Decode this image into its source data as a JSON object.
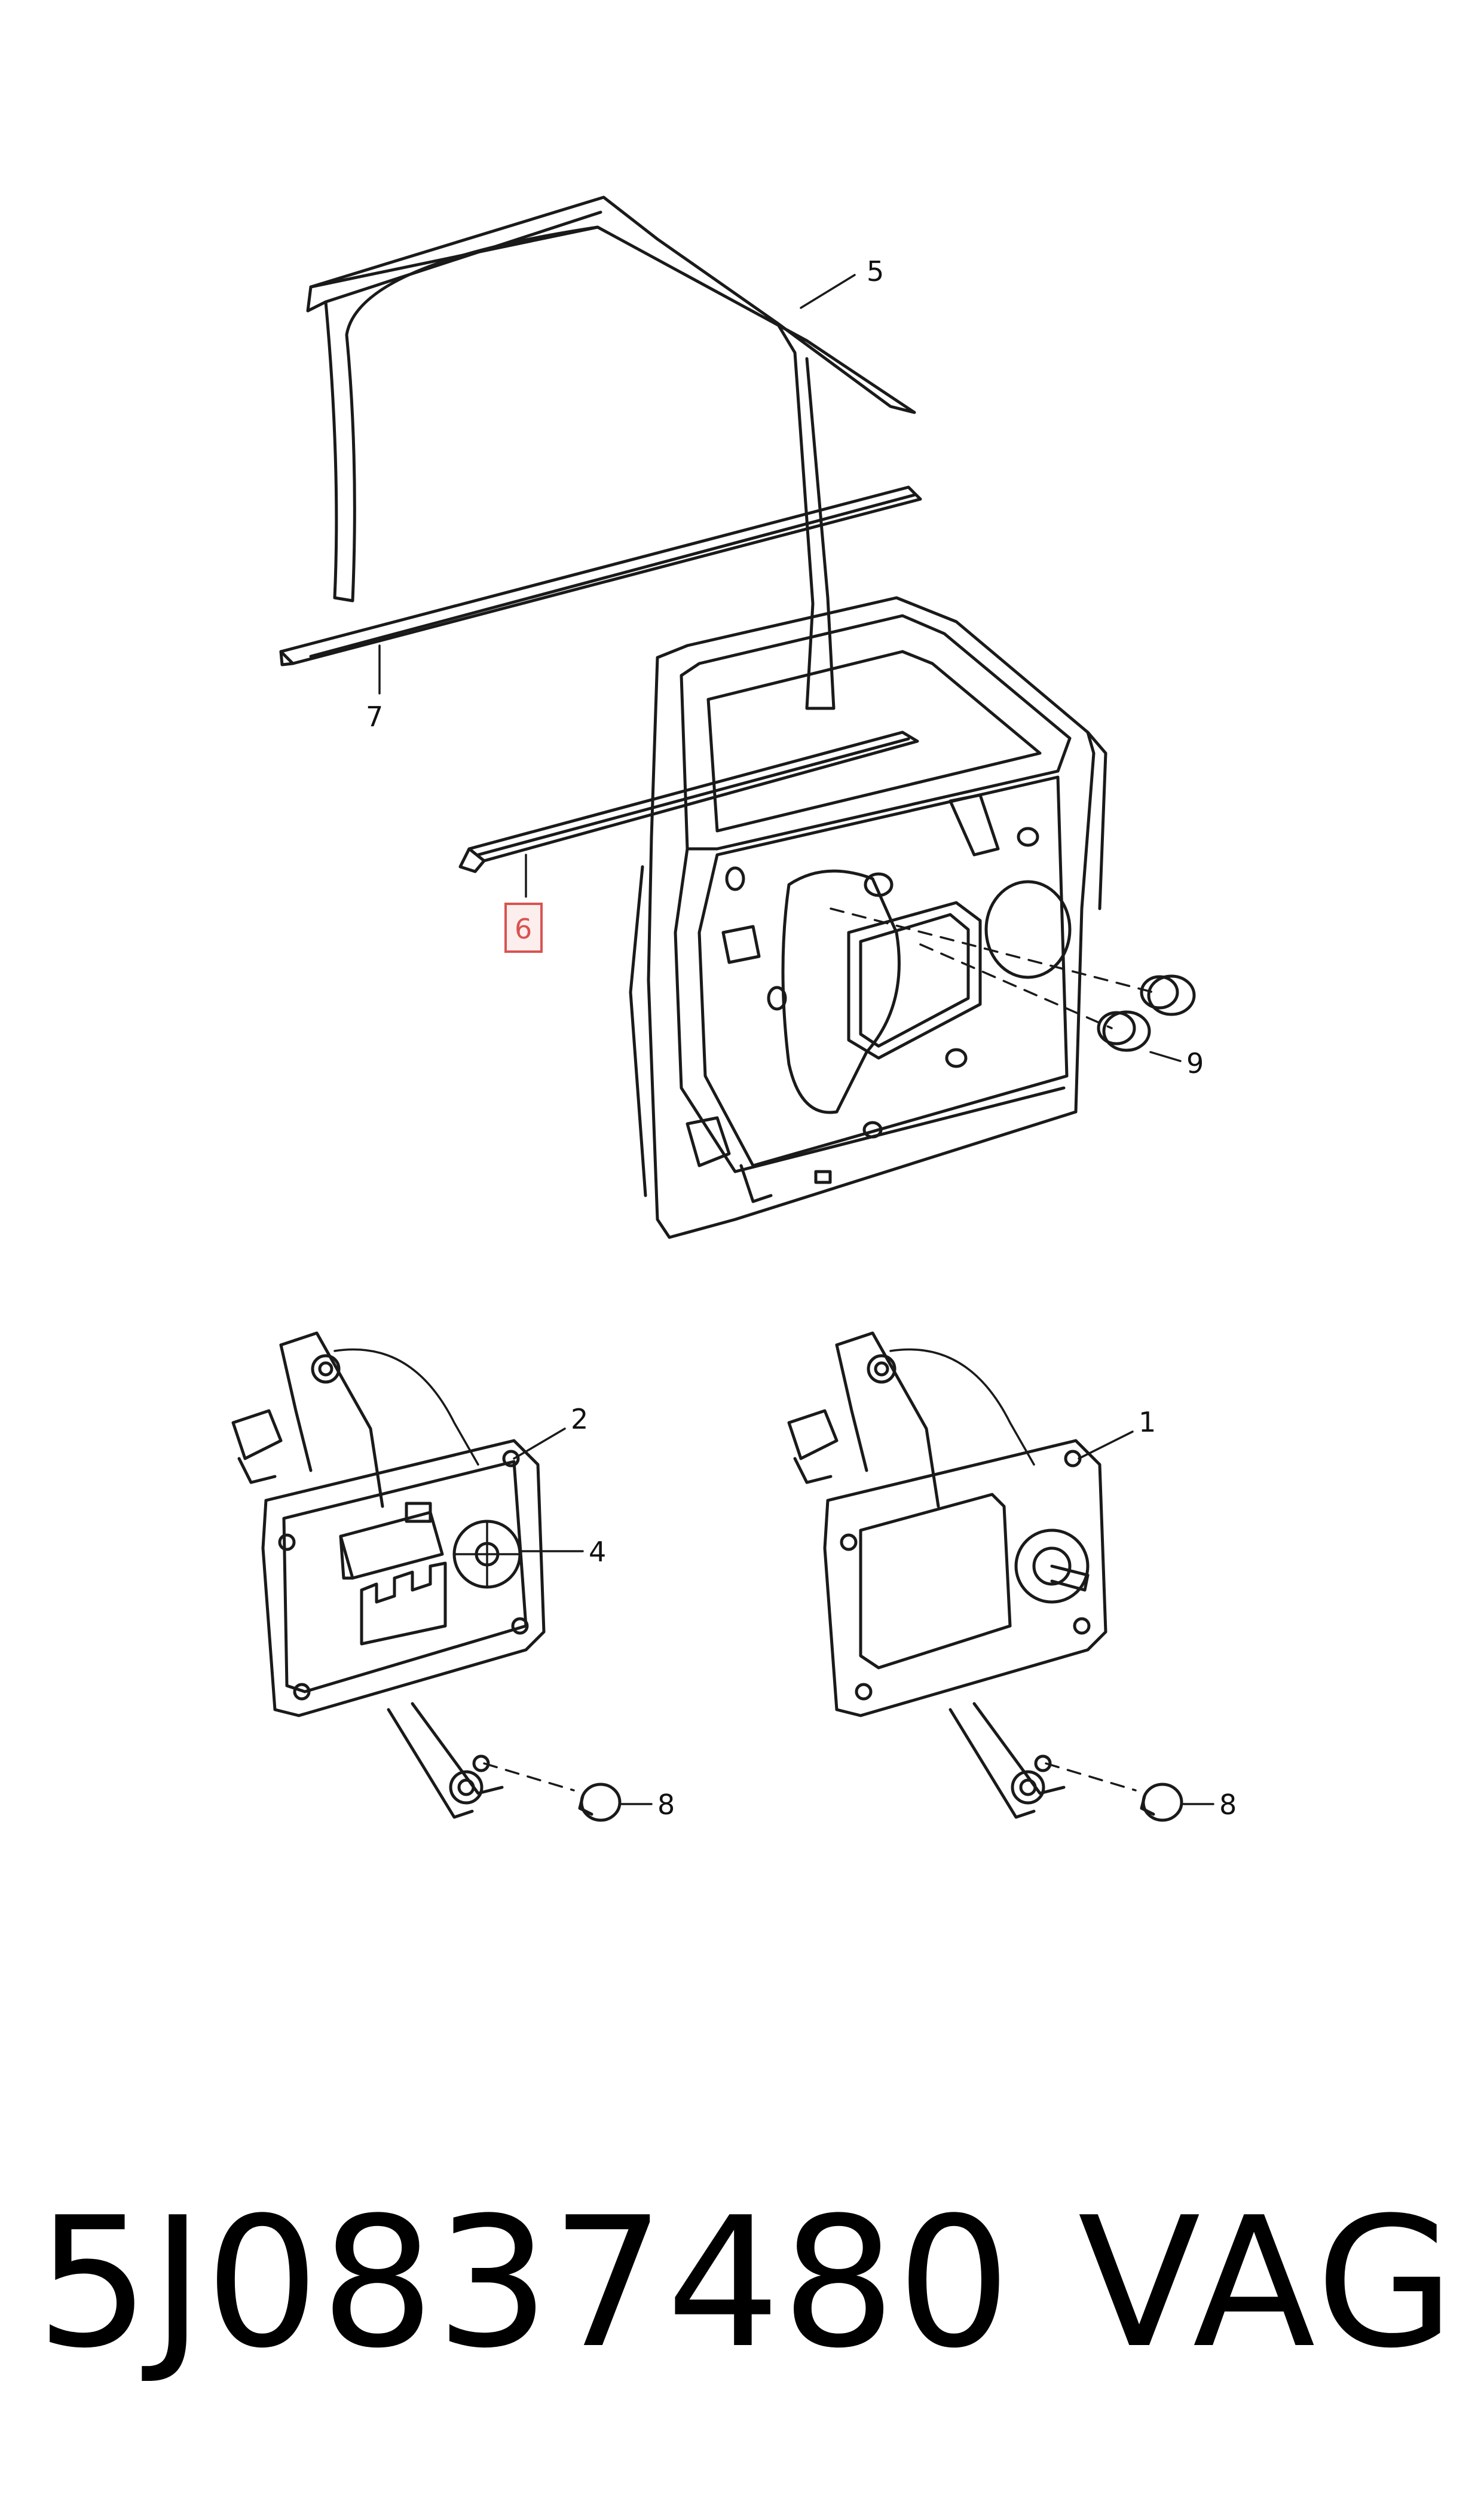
{
  "callouts": [
    {
      "id": "5",
      "label": "5"
    },
    {
      "id": "7",
      "label": "7"
    },
    {
      "id": "6",
      "label": "6",
      "highlighted": true
    },
    {
      "id": "9",
      "label": "9"
    },
    {
      "id": "2",
      "label": "2"
    },
    {
      "id": "4",
      "label": "4"
    },
    {
      "id": "1",
      "label": "1"
    },
    {
      "id": "8a",
      "label": "8"
    },
    {
      "id": "8b",
      "label": "8"
    }
  ],
  "footer": {
    "part_number": "5J0837480",
    "brand": "VAG"
  },
  "colors": {
    "line": "#1a1a1a",
    "highlight_border": "#d9534f",
    "highlight_fill": "#fdeeee"
  }
}
